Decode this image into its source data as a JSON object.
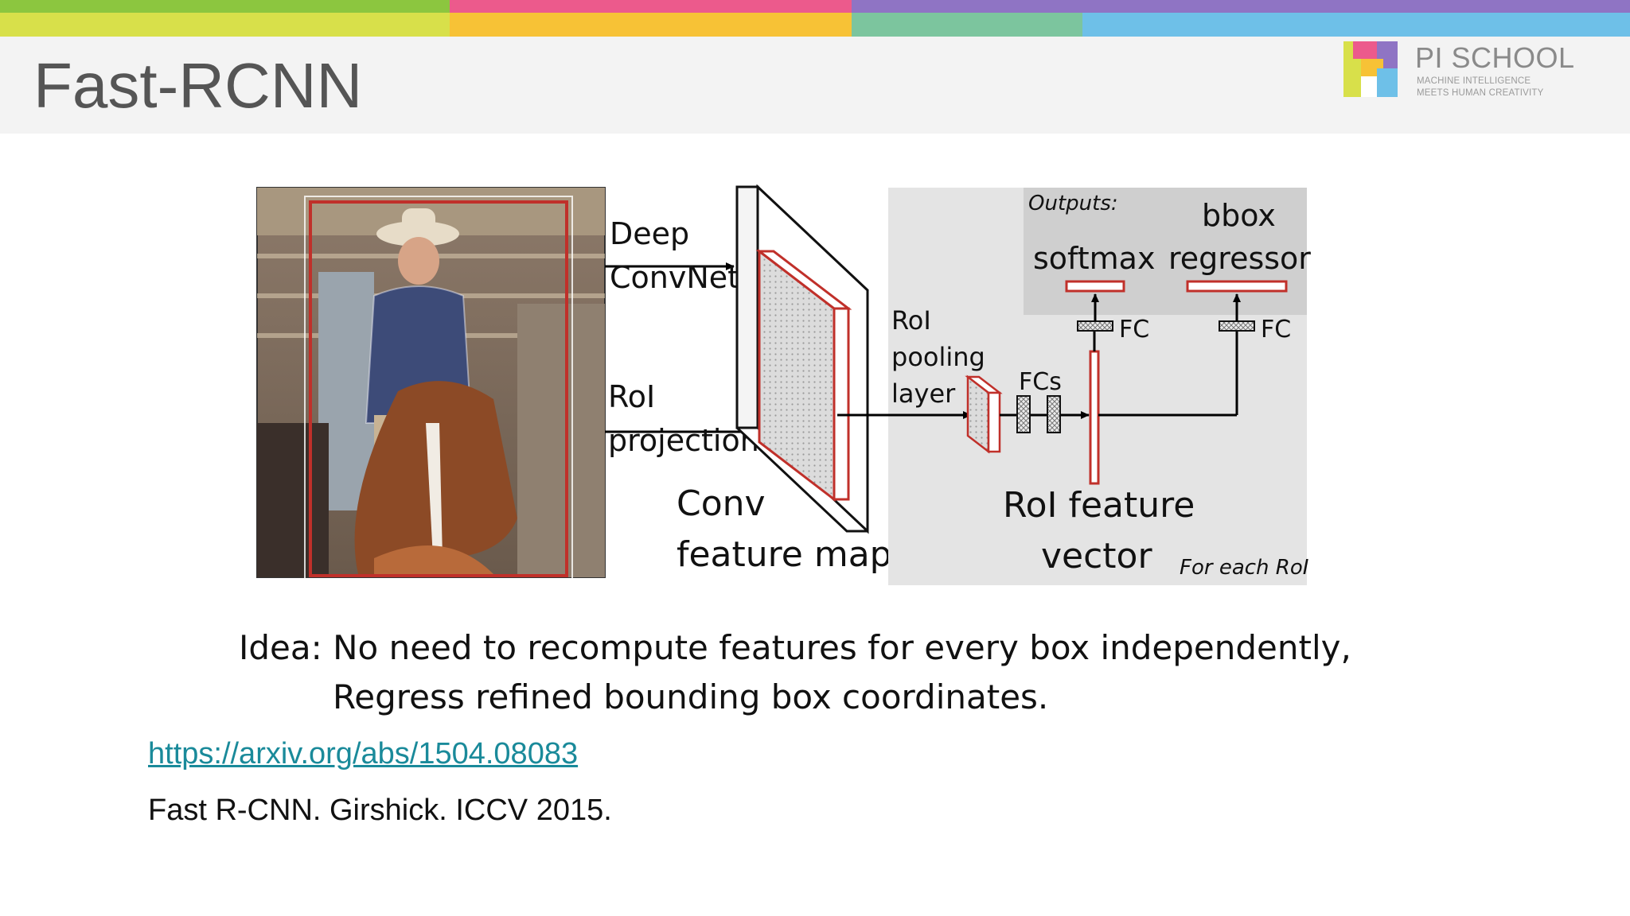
{
  "slide": {
    "title": "Fast-RCNN"
  },
  "logo": {
    "name": "PI SCHOOL",
    "tagline_line1": "MACHINE INTELLIGENCE",
    "tagline_line2": "MEETS HUMAN CREATIVITY"
  },
  "diagram": {
    "label_deep_line1": "Deep",
    "label_deep_line2": "ConvNet",
    "label_roi_proj_line1": "RoI",
    "label_roi_proj_line2": "projection",
    "label_conv_line1": "Conv",
    "label_conv_line2": "feature map",
    "label_roi_pool_line1": "RoI",
    "label_roi_pool_line2": "pooling",
    "label_roi_pool_line3": "layer",
    "label_fcs": "FCs",
    "label_outputs": "Outputs:",
    "label_softmax": "softmax",
    "label_bbox_line1": "bbox",
    "label_bbox_line2": "regressor",
    "label_fc_left": "FC",
    "label_fc_right": "FC",
    "label_feat_line1": "RoI feature",
    "label_feat_line2": "vector",
    "label_each": "For each RoI"
  },
  "text": {
    "idea_line1": "Idea: No need to recompute features for every box independently,",
    "idea_line2": "Regress refined bounding box coordinates.",
    "link": "https://arxiv.org/abs/1504.08083",
    "citation": "Fast R-CNN. Girshick. ICCV 2015."
  },
  "colors": {
    "title": "#555555",
    "link": "#1a8a9a",
    "box_red": "#c0302a",
    "panel_gray": "#e4e4e4"
  }
}
